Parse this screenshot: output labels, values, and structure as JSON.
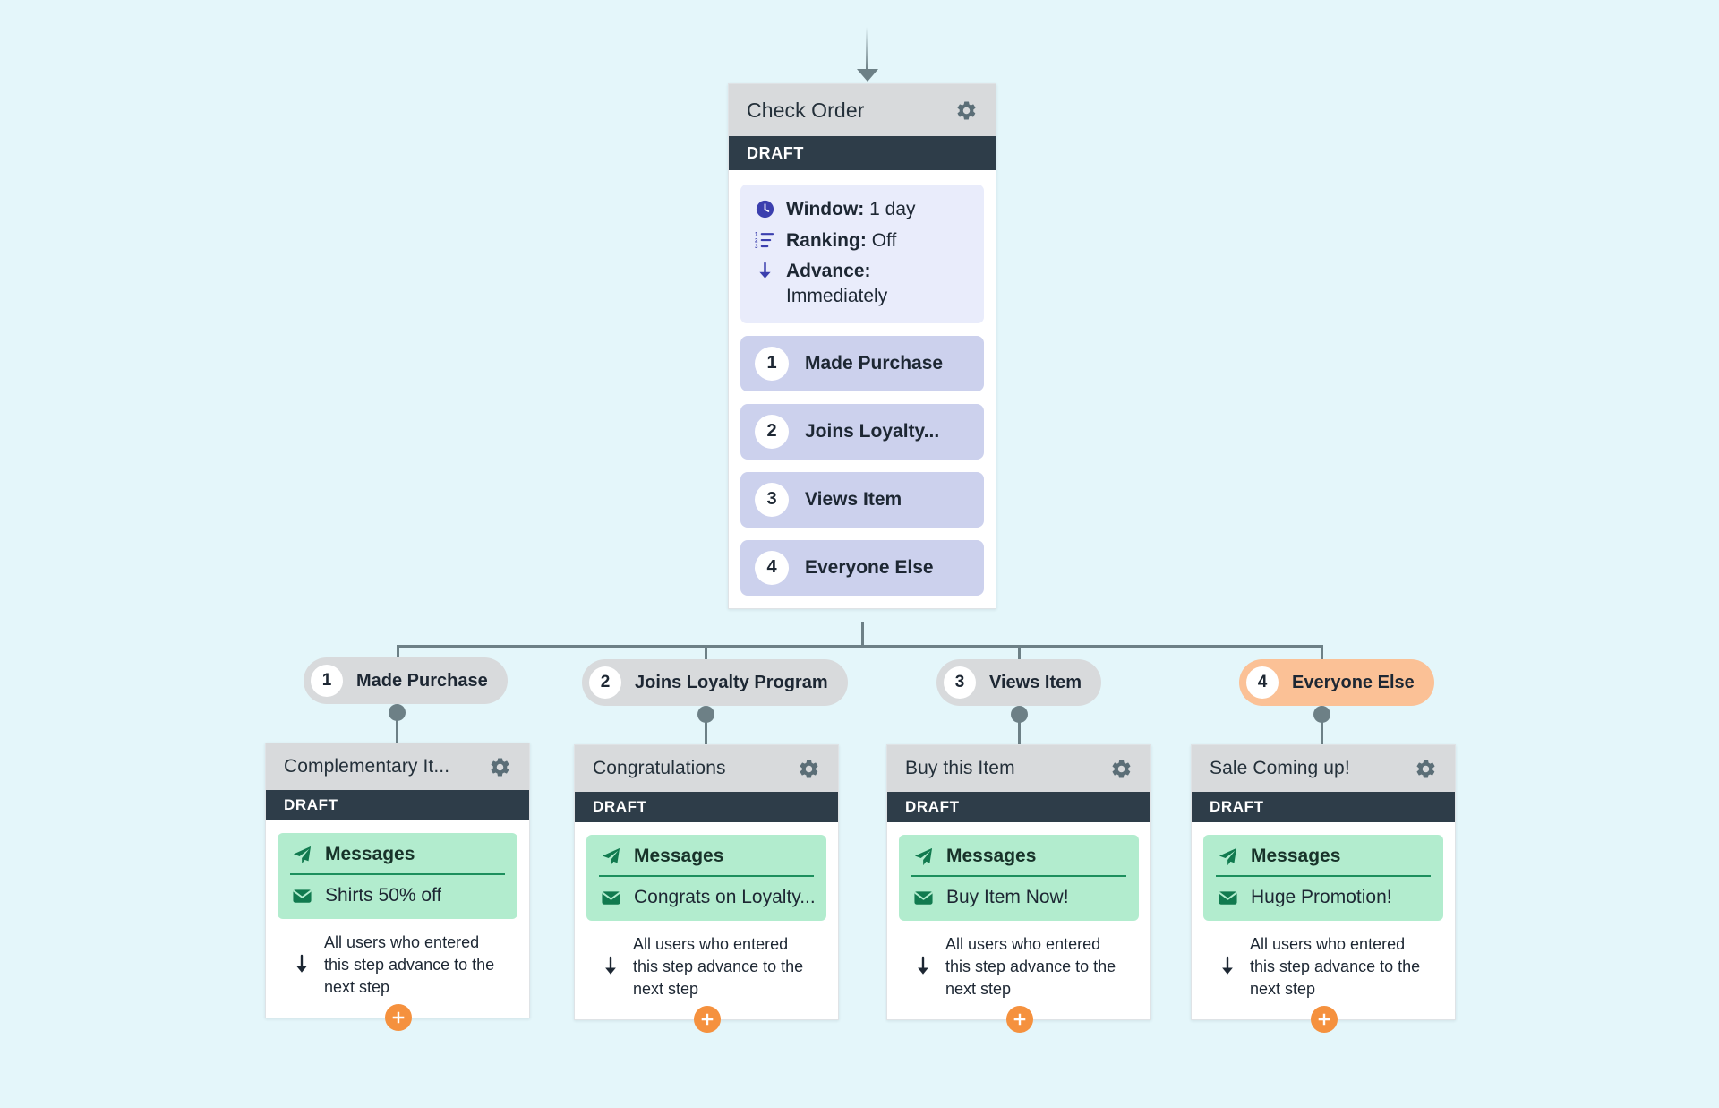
{
  "canvas": {
    "background": "#e4f6fa"
  },
  "root_node": {
    "title": "Check Order",
    "status": "DRAFT",
    "gear_icon": "gear-icon",
    "info": [
      {
        "icon": "clock-icon",
        "label": "Window:",
        "value": "1 day",
        "wrap": false
      },
      {
        "icon": "ranking-list-icon",
        "label": "Ranking:",
        "value": "Off",
        "wrap": false
      },
      {
        "icon": "down-arrow-icon",
        "label": "Advance:",
        "value": "Immediately",
        "wrap": true
      }
    ],
    "branches": [
      {
        "num": "1",
        "label": "Made Purchase"
      },
      {
        "num": "2",
        "label": "Joins Loyalty..."
      },
      {
        "num": "3",
        "label": "Views Item"
      },
      {
        "num": "4",
        "label": "Everyone Else"
      }
    ]
  },
  "pills": [
    {
      "num": "1",
      "label": "Made Purchase",
      "highlight": false
    },
    {
      "num": "2",
      "label": "Joins Loyalty Program",
      "highlight": false
    },
    {
      "num": "3",
      "label": "Views Item",
      "highlight": false
    },
    {
      "num": "4",
      "label": "Everyone Else",
      "highlight": true
    }
  ],
  "message_cards": [
    {
      "title": "Complementary It...",
      "status": "DRAFT",
      "channel_label": "Messages",
      "message_label": "Shirts 50% off",
      "advance_text": "All users who entered this step advance to the next step"
    },
    {
      "title": "Congratulations",
      "status": "DRAFT",
      "channel_label": "Messages",
      "message_label": "Congrats on Loyalty...",
      "advance_text": "All users who entered this step advance to the next step"
    },
    {
      "title": "Buy this Item",
      "status": "DRAFT",
      "channel_label": "Messages",
      "message_label": "Buy Item Now!",
      "advance_text": "All users who entered this step advance to the next step"
    },
    {
      "title": "Sale Coming up!",
      "status": "DRAFT",
      "channel_label": "Messages",
      "message_label": "Huge Promotion!",
      "advance_text": "All users who entered this step advance to the next step"
    }
  ],
  "colors": {
    "background": "#e4f6fa",
    "header_gray": "#d8dadc",
    "status_dark": "#2e3d49",
    "info_panel": "#e9ecfb",
    "branch_option": "#ccd1ed",
    "message_panel": "#b2ecce",
    "message_green": "#1c8f5d",
    "highlight_orange": "#fbc196",
    "plus_orange": "#f5913e",
    "connector": "#6d8086"
  },
  "icons": {
    "gear": "gear-icon",
    "clock": "clock-icon",
    "ranking": "ranking-list-icon",
    "down_arrow": "down-arrow-icon",
    "paper_plane": "paper-plane-icon",
    "envelope": "envelope-icon",
    "plus": "plus-icon"
  }
}
